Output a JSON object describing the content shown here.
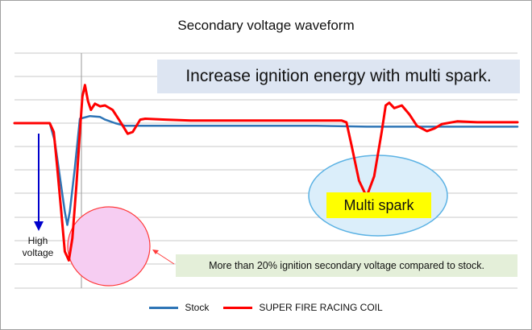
{
  "chart_data": {
    "type": "line",
    "title": "Secondary voltage waveform",
    "xlabel": "",
    "ylabel": "",
    "grid": true,
    "legend_position": "bottom",
    "series": [
      {
        "name": "Stock",
        "color": "#2e75b6",
        "x": [
          0,
          7,
          8,
          9,
          10,
          10.5,
          11,
          12,
          13,
          15,
          17,
          18,
          20,
          22,
          25,
          30,
          33,
          36,
          40,
          45,
          50,
          55,
          60,
          70,
          80,
          90,
          100
        ],
        "y": [
          0,
          0,
          -2,
          -6,
          -10,
          -11.5,
          -10,
          -5,
          0.5,
          0.8,
          0.7,
          0.4,
          0,
          -0.3,
          -0.3,
          -0.3,
          -0.3,
          -0.3,
          -0.3,
          -0.3,
          -0.3,
          -0.3,
          -0.3,
          -0.4,
          -0.4,
          -0.4,
          -0.4
        ]
      },
      {
        "name": "SUPER FIRE RACING COIL",
        "color": "#ff0000",
        "x": [
          0,
          7,
          7.8,
          8.5,
          9.3,
          10,
          10.8,
          11.5,
          12.3,
          13,
          13.5,
          14,
          14.6,
          15.2,
          16,
          17,
          18,
          19.5,
          21,
          22.5,
          23.5,
          25,
          26,
          30,
          35,
          40,
          50,
          60,
          65,
          66,
          67,
          68.5,
          70,
          71.5,
          73,
          73.8,
          74.5,
          75.5,
          77,
          78.5,
          80,
          82,
          83.5,
          85,
          88,
          92,
          96,
          100
        ],
        "y": [
          0,
          0,
          -1,
          -5,
          -10,
          -14.5,
          -15.5,
          -13,
          -7,
          -1,
          3,
          4.3,
          2.5,
          1.5,
          2.2,
          1.9,
          2,
          1.5,
          0.2,
          -1.2,
          -1,
          0.4,
          0.5,
          0.4,
          0.3,
          0.3,
          0.3,
          0.3,
          0.3,
          0.1,
          -2.5,
          -6.5,
          -8.3,
          -6,
          -1,
          2,
          2.3,
          1.7,
          2,
          1,
          -0.3,
          -0.9,
          -0.6,
          -0.1,
          0.2,
          0.1,
          0.1,
          0.1
        ]
      }
    ]
  },
  "annotations": {
    "headline": "Increase ignition energy with multi spark.",
    "multi_spark": "Multi spark",
    "comparison_note": "More than 20% ignition secondary voltage compared to stock.",
    "high_voltage_line1": "High",
    "high_voltage_line2": "voltage"
  },
  "colors": {
    "stock": "#2e75b6",
    "racing": "#ff0000",
    "grid": "#c8c8c8",
    "arrow": "#0000cc",
    "highlight_circle_fill": "#f6cdf2",
    "highlight_circle_stroke": "#ff3b3b",
    "spark_ellipse_fill": "#dbeefa",
    "spark_ellipse_stroke": "#5bb2e4",
    "headline_bg": "#dde5f2",
    "multi_spark_bg": "#ffff00",
    "note_bg": "#e4efd9"
  }
}
